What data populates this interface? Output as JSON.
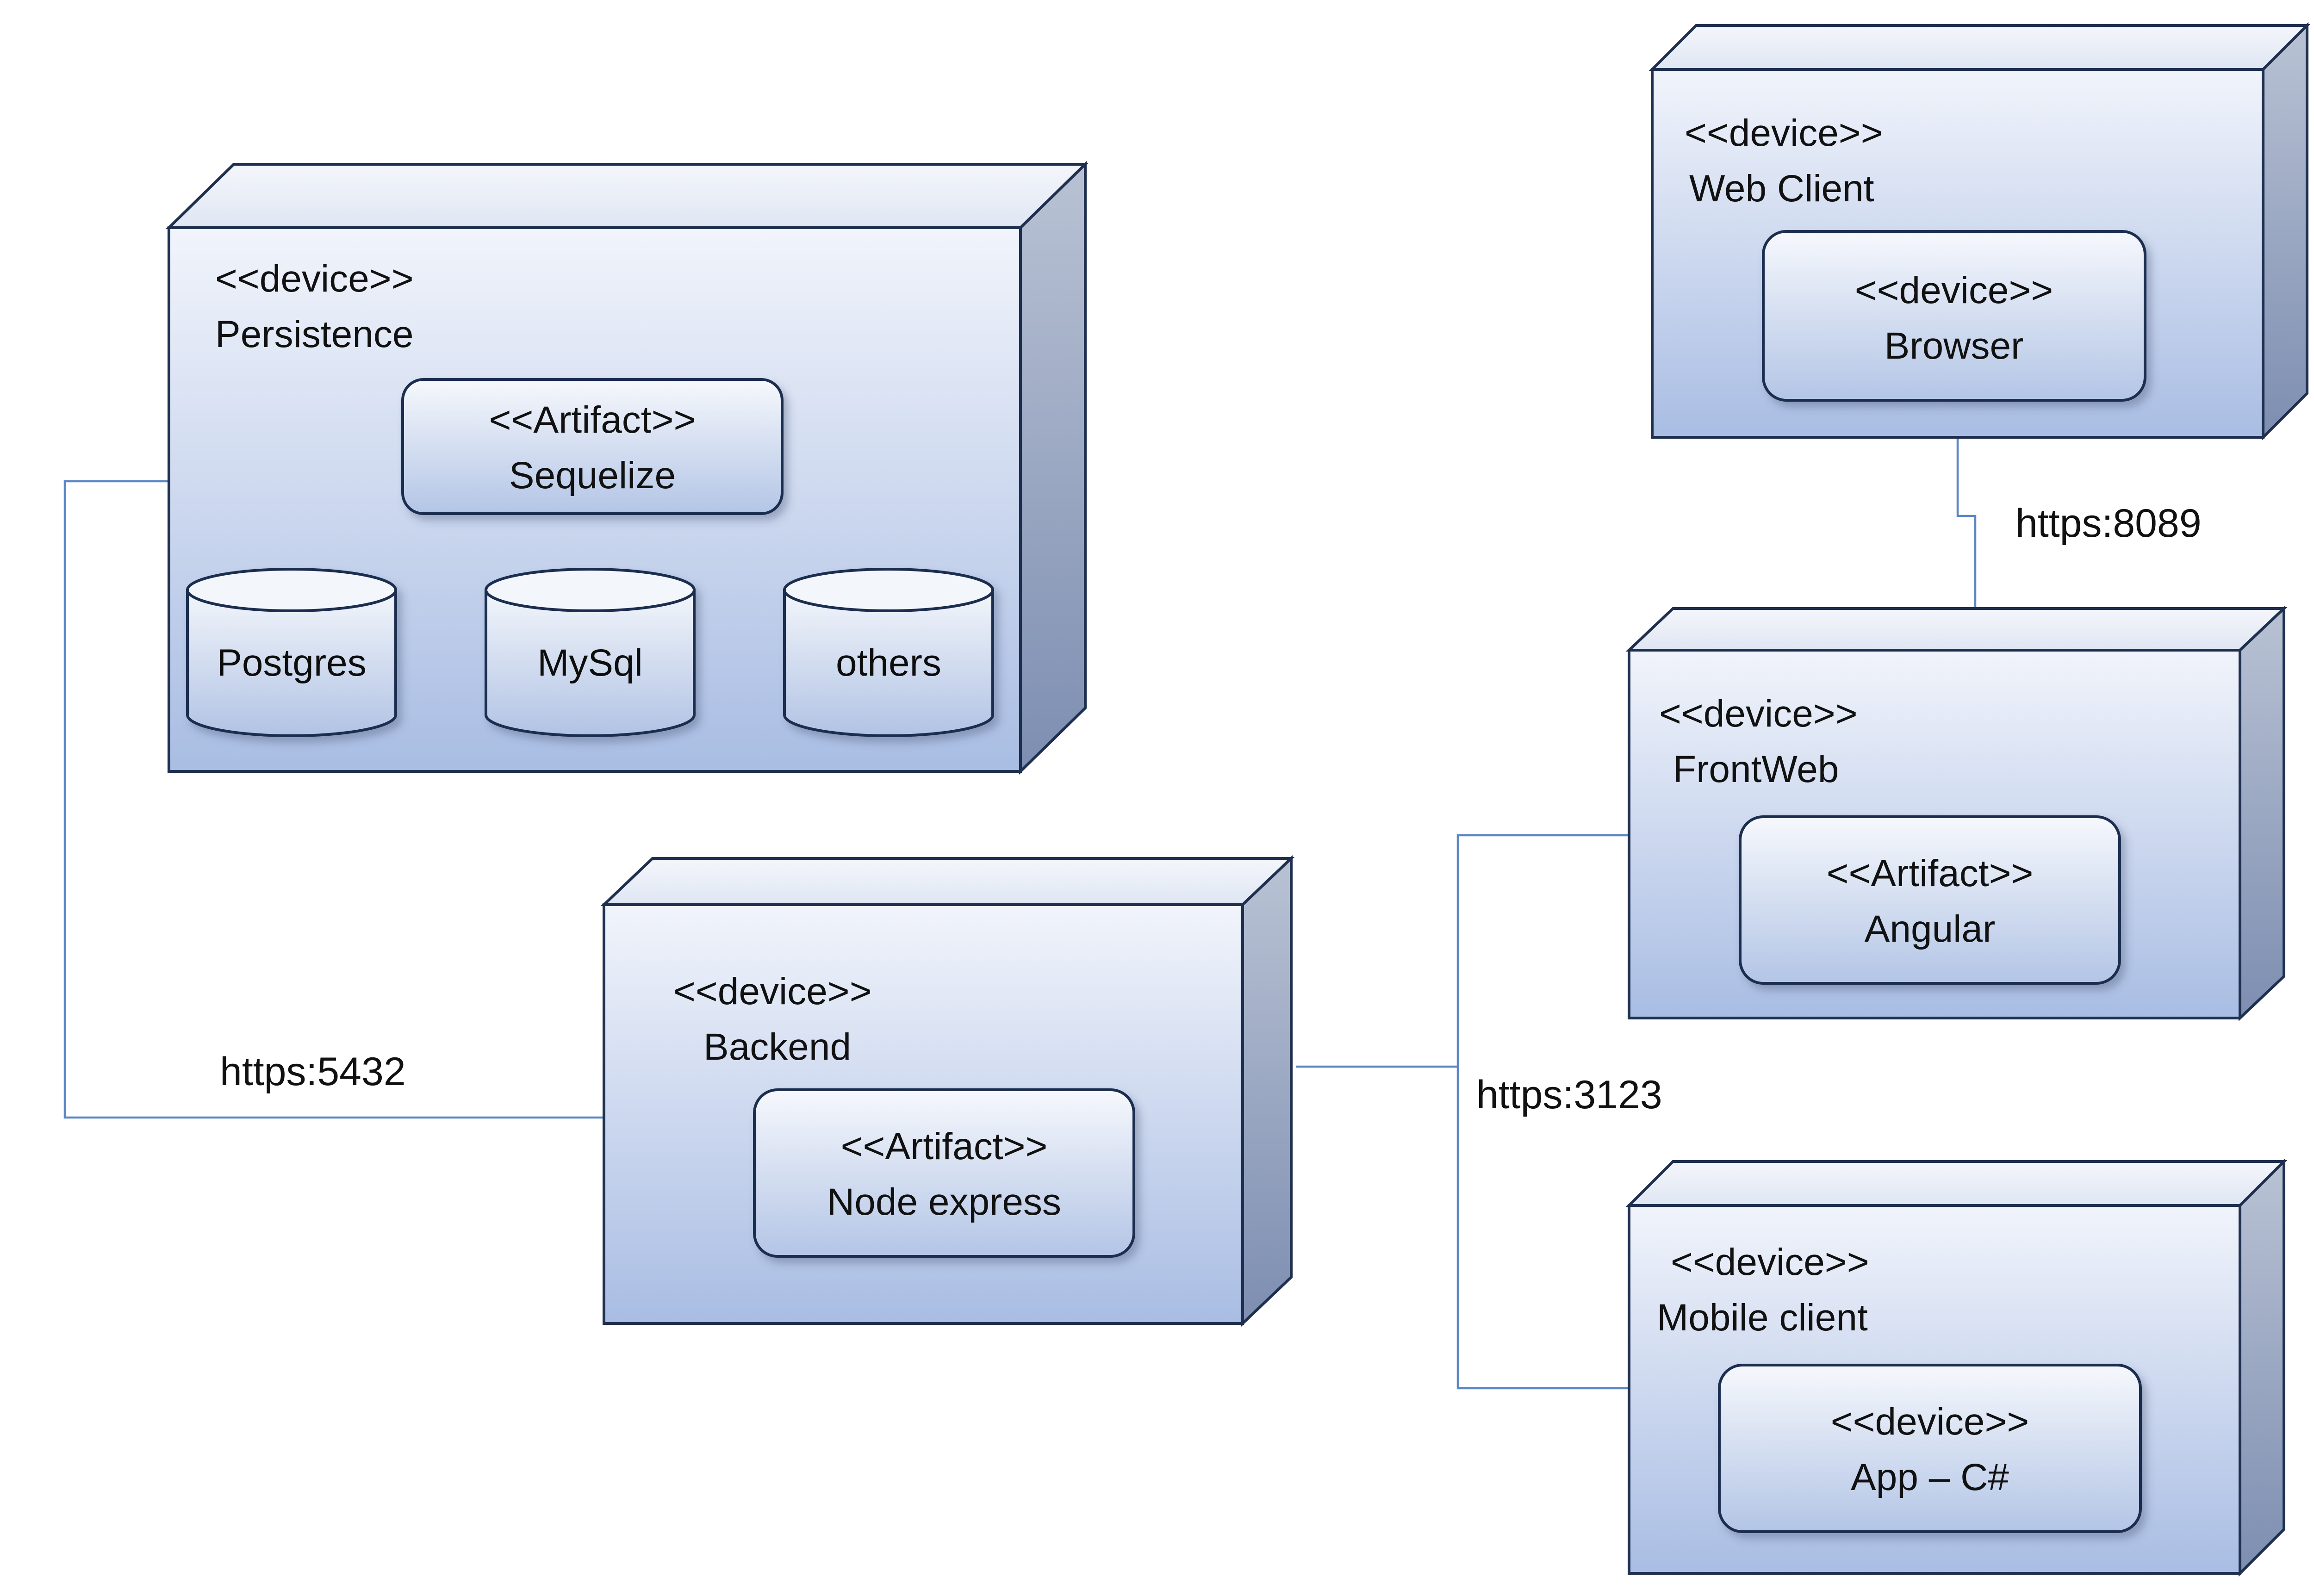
{
  "nodes": {
    "persistence": {
      "stereotype": "<<device>>",
      "name": "Persistence",
      "artifact": {
        "stereotype": "<<Artifact>>",
        "name": "Sequelize"
      },
      "databases": [
        "Postgres",
        "MySql",
        "others"
      ]
    },
    "web_client": {
      "stereotype": "<<device>>",
      "name": "Web Client",
      "inner": {
        "stereotype": "<<device>>",
        "name": "Browser"
      }
    },
    "front_web": {
      "stereotype": "<<device>>",
      "name": "FrontWeb",
      "inner": {
        "stereotype": "<<Artifact>>",
        "name": "Angular"
      }
    },
    "backend": {
      "stereotype": "<<device>>",
      "name": "Backend",
      "inner": {
        "stereotype": "<<Artifact>>",
        "name": "Node express"
      }
    },
    "mobile_client": {
      "stereotype": "<<device>>",
      "name": "Mobile client",
      "inner": {
        "stereotype": "<<device>>",
        "name": "App – C#"
      }
    }
  },
  "connections": {
    "persistence_backend": "https:5432",
    "webclient_frontweb": "https:8089",
    "backend_clients": "https:3123"
  }
}
